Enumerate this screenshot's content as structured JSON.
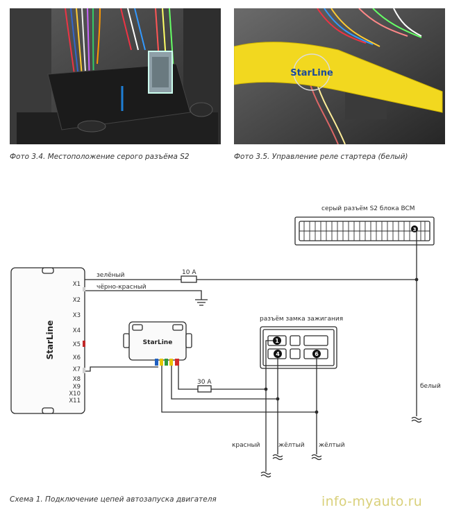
{
  "photos": [
    {
      "caption": "Фото 3.4. Местоположение серого разъёма S2"
    },
    {
      "caption": "Фото 3.5. Управление реле стартера (белый)",
      "logo": "StarLine"
    }
  ],
  "schema": {
    "caption": "Схема 1. Подключение цепей автозапуска двигателя",
    "main_unit": {
      "brand": "StarLine",
      "pins": [
        "X1",
        "X2",
        "X3",
        "X4",
        "X5",
        "X6",
        "X7",
        "X8",
        "X9",
        "X10",
        "X11"
      ]
    },
    "module": {
      "brand": "StarLine"
    },
    "bcm_connector": {
      "label": "серый разъём S2 блока BCM",
      "pin": "3"
    },
    "ignition": {
      "label": "разъём замка зажигания",
      "pins": [
        "1",
        "4",
        "6"
      ]
    },
    "wires": {
      "green": "зелёный",
      "black_red": "чёрно-красный",
      "white": "белый",
      "red": "красный",
      "yellow1": "жёлтый",
      "yellow2": "жёлтый"
    },
    "fuses": {
      "f1": "10 А",
      "f2": "30 А"
    },
    "colors": {
      "line": "#2b2b2b",
      "green": "#2e9a3c",
      "blue": "#2060c0",
      "yellow": "#e6c400",
      "red": "#d42a2a"
    }
  },
  "watermark": "info-myauto.ru"
}
